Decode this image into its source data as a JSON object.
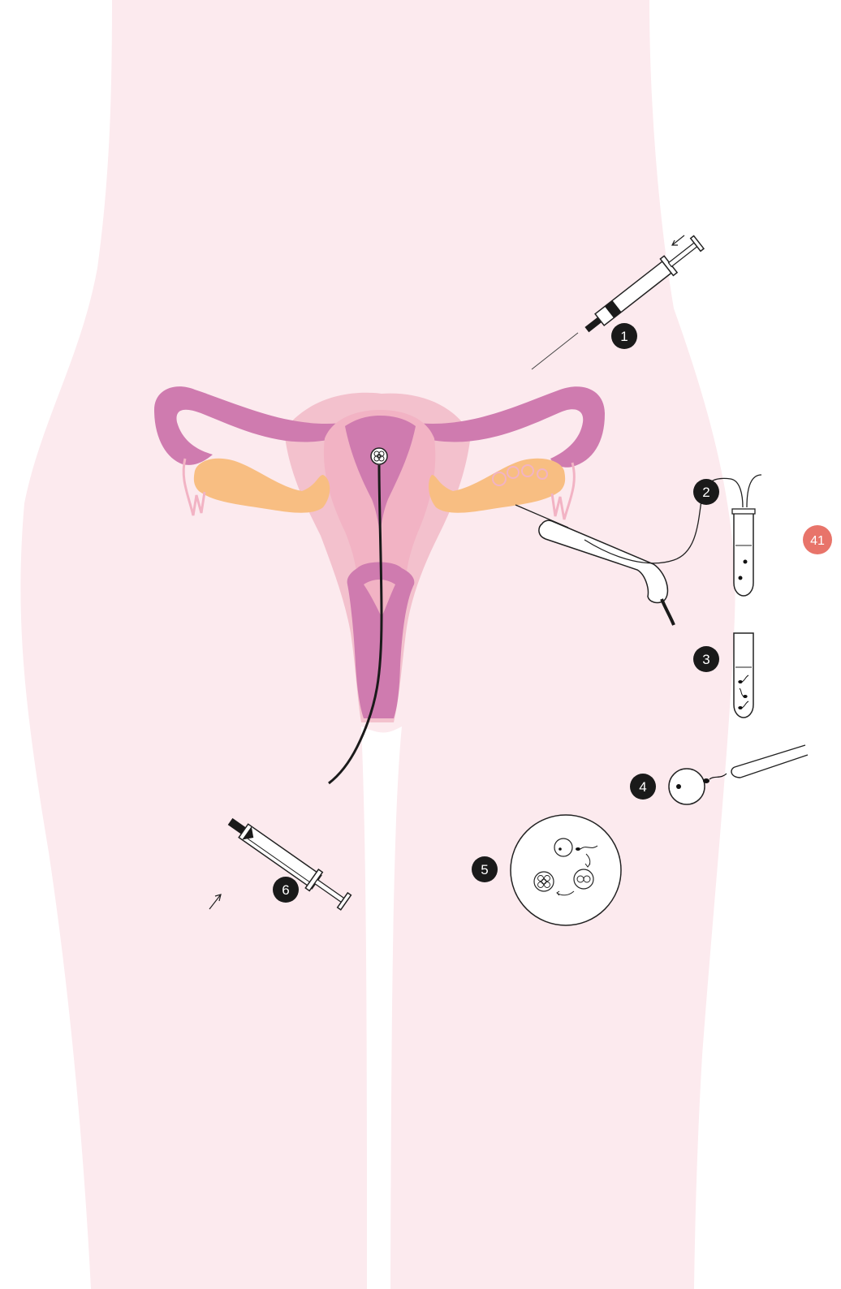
{
  "steps": [
    {
      "number": "1"
    },
    {
      "number": "2"
    },
    {
      "number": "3"
    },
    {
      "number": "4"
    },
    {
      "number": "5"
    },
    {
      "number": "6"
    }
  ],
  "page_number": "41",
  "colors": {
    "body": "#fceaee",
    "gap": "#ffffff",
    "uterus_outer": "#f3c1cd",
    "uterus_mid": "#f2b3c4",
    "uterus_inner": "#cf7baf",
    "ovary": "#f8be82",
    "ink": "#222222",
    "page_badge": "#e8746a"
  },
  "icons": [
    "syringe-icon",
    "ultrasound-probe-icon",
    "test-tube-icon",
    "egg-cell-icon",
    "sperm-icon",
    "embryo-icon",
    "catheter-icon"
  ]
}
